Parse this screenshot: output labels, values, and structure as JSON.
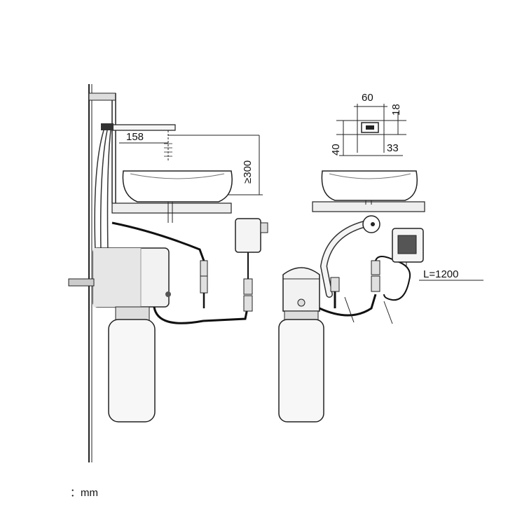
{
  "dimensions": {
    "spout_reach": "158",
    "spout_height": "≥300",
    "sensor_width": "60",
    "sensor_height": "18",
    "sensor_base_height": "40",
    "sensor_base_width": "33",
    "cable_length": "L=1200"
  },
  "unit_label": "：mm",
  "colors": {
    "line": "#222222",
    "light_fill": "#f2f2f2",
    "mid_fill": "#cccccc",
    "dark_cable": "#111111"
  }
}
